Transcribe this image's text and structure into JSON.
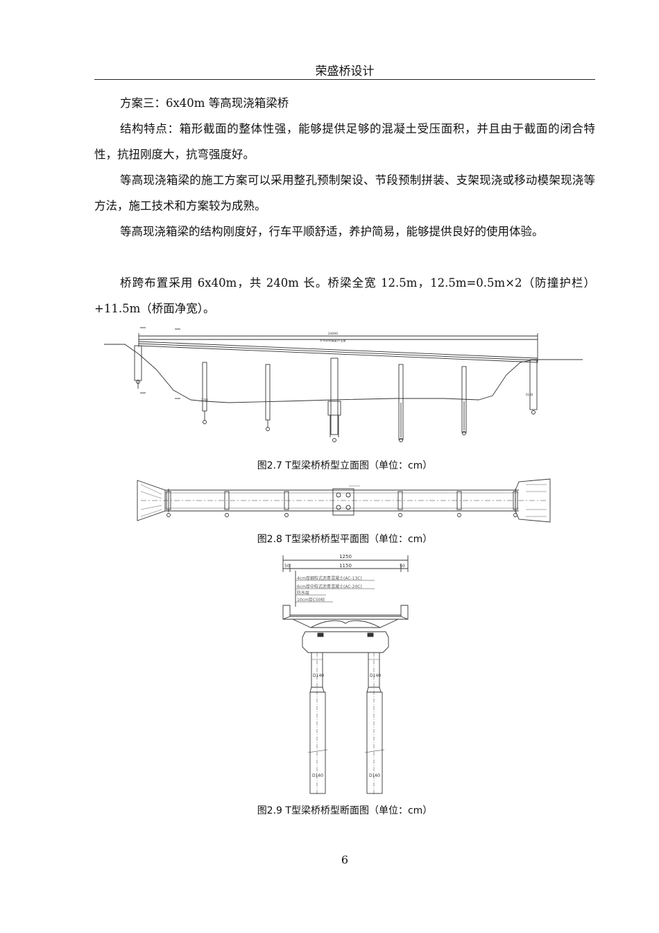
{
  "header": {
    "title": "荣盛桥设计"
  },
  "paragraphs": {
    "p1": "方案三：6x40m 等高现浇箱梁桥",
    "p2": "结构特点：箱形截面的整体性强，能够提供足够的混凝土受压面积，并且由于截面的闭合特性，抗扭刚度大，抗弯强度好。",
    "p3": "等高现浇箱梁的施工方案可以采用整孔预制架设、节段预制拼装、支架现浇或移动模架现浇等方法，施工技术和方案较为成熟。",
    "p4": "等高现浇箱梁的结构刚度好，行车平顺舒适，养护简易，能够提供良好的使用体验。",
    "p5": "桥跨布置采用 6x40m，共 240m 长。桥梁全宽 12.5m，12.5m=0.5m×2（防撞护栏）+11.5m（桥面净宽）。"
  },
  "figures": {
    "fig27_caption": "图2.7 T型梁桥桥型立面图（单位：cm）",
    "fig28_caption": "图2.8 T型梁桥桥型平面图（单位：cm）",
    "fig29_caption": "图2.9 T型梁桥桥型断面图（单位：cm）",
    "elevation": {
      "total_length": "24000",
      "span_note": "6*4000(箱梁)+支座",
      "elev_a": "2780",
      "elev_b": "0180"
    },
    "section": {
      "width_total": "1250",
      "width_deck": "1150",
      "rail_left": "50",
      "rail_right": "50",
      "layer1": "4cm厚细粒式沥青混凝土(AC-13C)",
      "layer2": "6cm厚中粒式沥青混凝土(AC-20C)",
      "layer3": "防水层",
      "layer4": "10cm厚C50砼",
      "pier_upper_left": "D140",
      "pier_upper_right": "D140",
      "pier_lower_left": "D160",
      "pier_lower_right": "D160"
    }
  },
  "page": {
    "number": "6"
  }
}
